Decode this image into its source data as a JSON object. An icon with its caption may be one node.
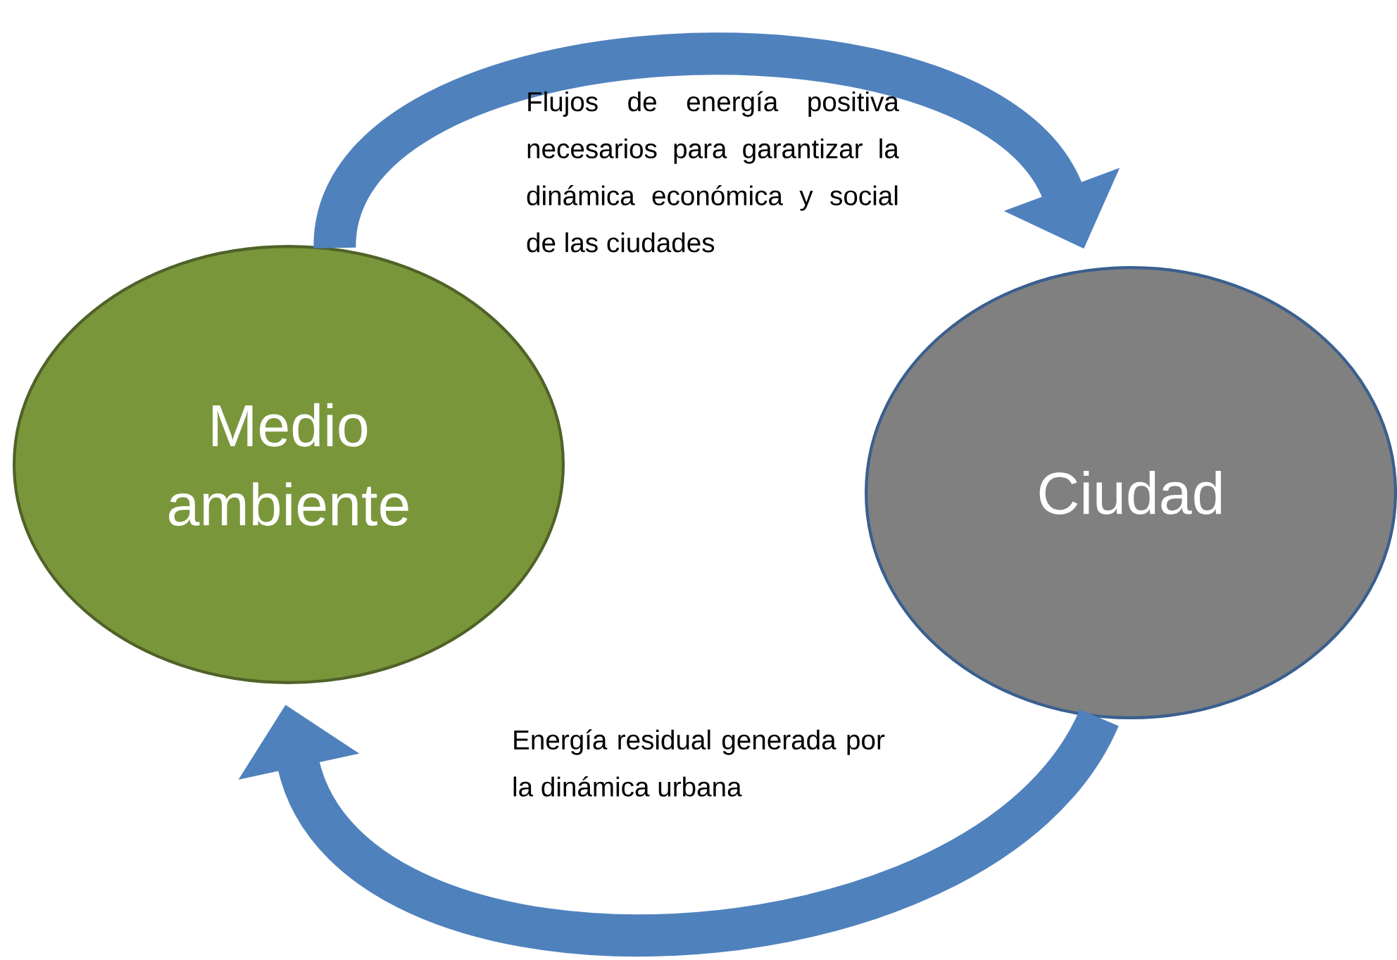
{
  "diagram": {
    "nodes": [
      {
        "text": [
          "Medio ambiente"
        ]
      },
      {
        "text": [
          "Ciudad"
        ]
      }
    ],
    "edges": [
      {
        "from": 0,
        "to": 1,
        "arrow": "to",
        "label": "Flujos de energía positiva necesarios para garantizar la dinámica económica y social de las ciudades"
      },
      {
        "from": 1,
        "to": 0,
        "arrow": "to",
        "label": "Energía residual generada por la dinámica urbana"
      }
    ]
  }
}
